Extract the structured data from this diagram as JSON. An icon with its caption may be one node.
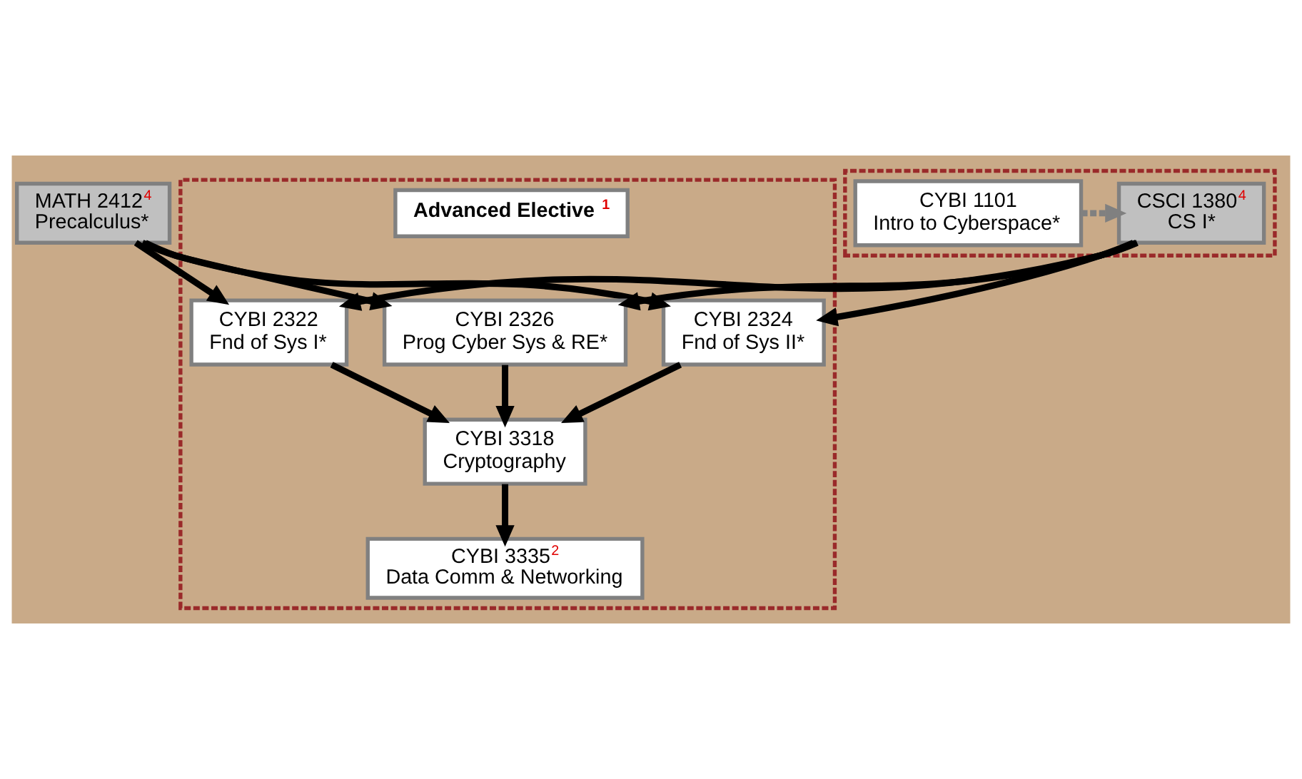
{
  "diagram": {
    "nodes": [
      {
        "text": [
          "MATH 2412$^{4}$",
          "Precalculus*"
        ]
      },
      {
        "text": [],
        "shape": "box"
      },
      {
        "text": [
          "CYBI 1101",
          "Intro to Cyberspace*"
        ],
        "in": 1
      },
      {
        "text": [
          "CSCI 1380$^{4}$",
          "CS I*"
        ],
        "in": 1
      },
      {
        "text": [],
        "shape": "box"
      },
      {
        "text": [
          "CYBI 2322",
          "Fnd of Sys I*"
        ],
        "in": 4
      },
      {
        "text": [
          "CYBI 2324",
          "Fnd of Sys II*"
        ],
        "in": 4
      },
      {
        "text": [
          "CYBI 2326",
          "Prog Cyber Sys & RE*"
        ],
        "in": 4
      },
      {
        "text": [
          "CYBI 3318",
          "Cryptography"
        ],
        "in": 4
      },
      {
        "text": [
          "CYBI 3335$^{2}$",
          "Data Comm & Networking"
        ],
        "in": 4
      },
      {
        "text": [
          "Advanced Elective $^{1}$"
        ],
        "in": 4
      }
    ],
    "edges": [
      {
        "from": 2,
        "to": 3,
        "arrow": "to",
        "style": "dashed",
        "color": "#808080"
      },
      {
        "from": 0,
        "to": 5,
        "arrow": "to"
      },
      {
        "from": 0,
        "to": 6,
        "arrow": "to"
      },
      {
        "from": 0,
        "to": 7,
        "arrow": "to"
      },
      {
        "from": 3,
        "to": 5,
        "arrow": "to"
      },
      {
        "from": 3,
        "to": 6,
        "arrow": "to"
      },
      {
        "from": 3,
        "to": 7,
        "arrow": "to"
      },
      {
        "from": 5,
        "to": 8,
        "arrow": "to"
      },
      {
        "from": 6,
        "to": 8,
        "arrow": "to"
      },
      {
        "from": 7,
        "to": 8,
        "arrow": "to"
      },
      {
        "from": 8,
        "to": 9,
        "arrow": "to"
      }
    ]
  }
}
